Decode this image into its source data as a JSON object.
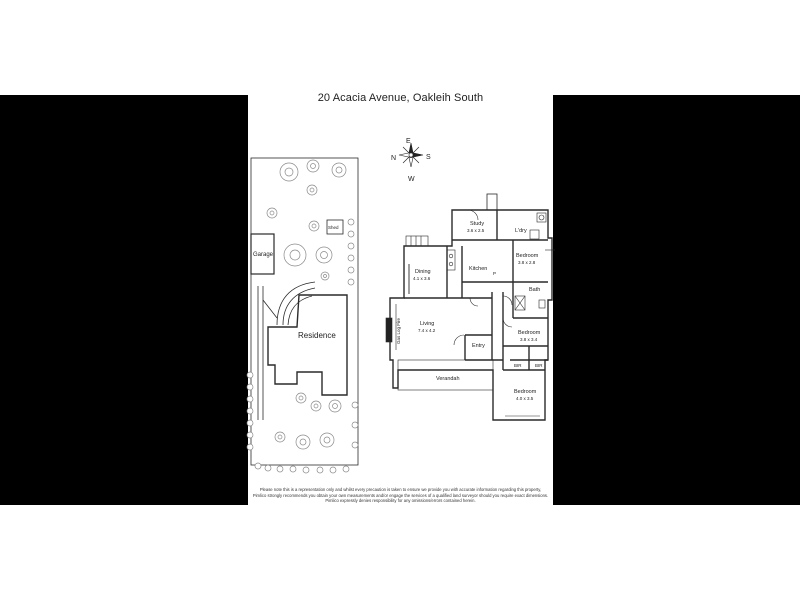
{
  "title": "20 Acacia Avenue, Oakleih South",
  "compass": {
    "n": "N",
    "e": "E",
    "s": "S",
    "w": "W"
  },
  "site": {
    "garage": "Garage",
    "shed": "Shed",
    "residence": "Residence"
  },
  "rooms": {
    "study": {
      "name": "Study",
      "size": "3.6 x 2.5"
    },
    "laundry": {
      "name": "L'dry"
    },
    "bedroom1": {
      "name": "Bedroom",
      "size": "3.8 x 2.8"
    },
    "dining": {
      "name": "Dining",
      "size": "4.1 x 3.6"
    },
    "kitchen": {
      "name": "Kitchen"
    },
    "pantry": {
      "name": "P"
    },
    "bath": {
      "name": "Bath"
    },
    "living": {
      "name": "Living",
      "size": "7.4 x 4.2"
    },
    "fireplace": {
      "name": "Gas Log Fire"
    },
    "bedroom2": {
      "name": "Bedroom",
      "size": "3.8 x 3.4"
    },
    "entry": {
      "name": "Entry"
    },
    "bir_left": {
      "name": "BIR"
    },
    "bir_right": {
      "name": "BIR"
    },
    "verandah": {
      "name": "Verandah"
    },
    "bedroom3": {
      "name": "Bedroom",
      "size": "4.0 x 3.5"
    }
  },
  "disclaimer": {
    "line1": "Please note this is a representation only and whilst every precaution is taken to ensure we provide you with accurate information regarding this property,",
    "line2": "Pimlico strongly recommends you obtain your own measurements and/or engage the services of a qualified land surveyor should you require exact dimensions.",
    "line3": "Pimlico expressly denies responsibility for any omissions/errors contained herein."
  },
  "colors": {
    "band": "#000000",
    "wall": "#2a2a2a",
    "tree": "#8a8a8a"
  }
}
